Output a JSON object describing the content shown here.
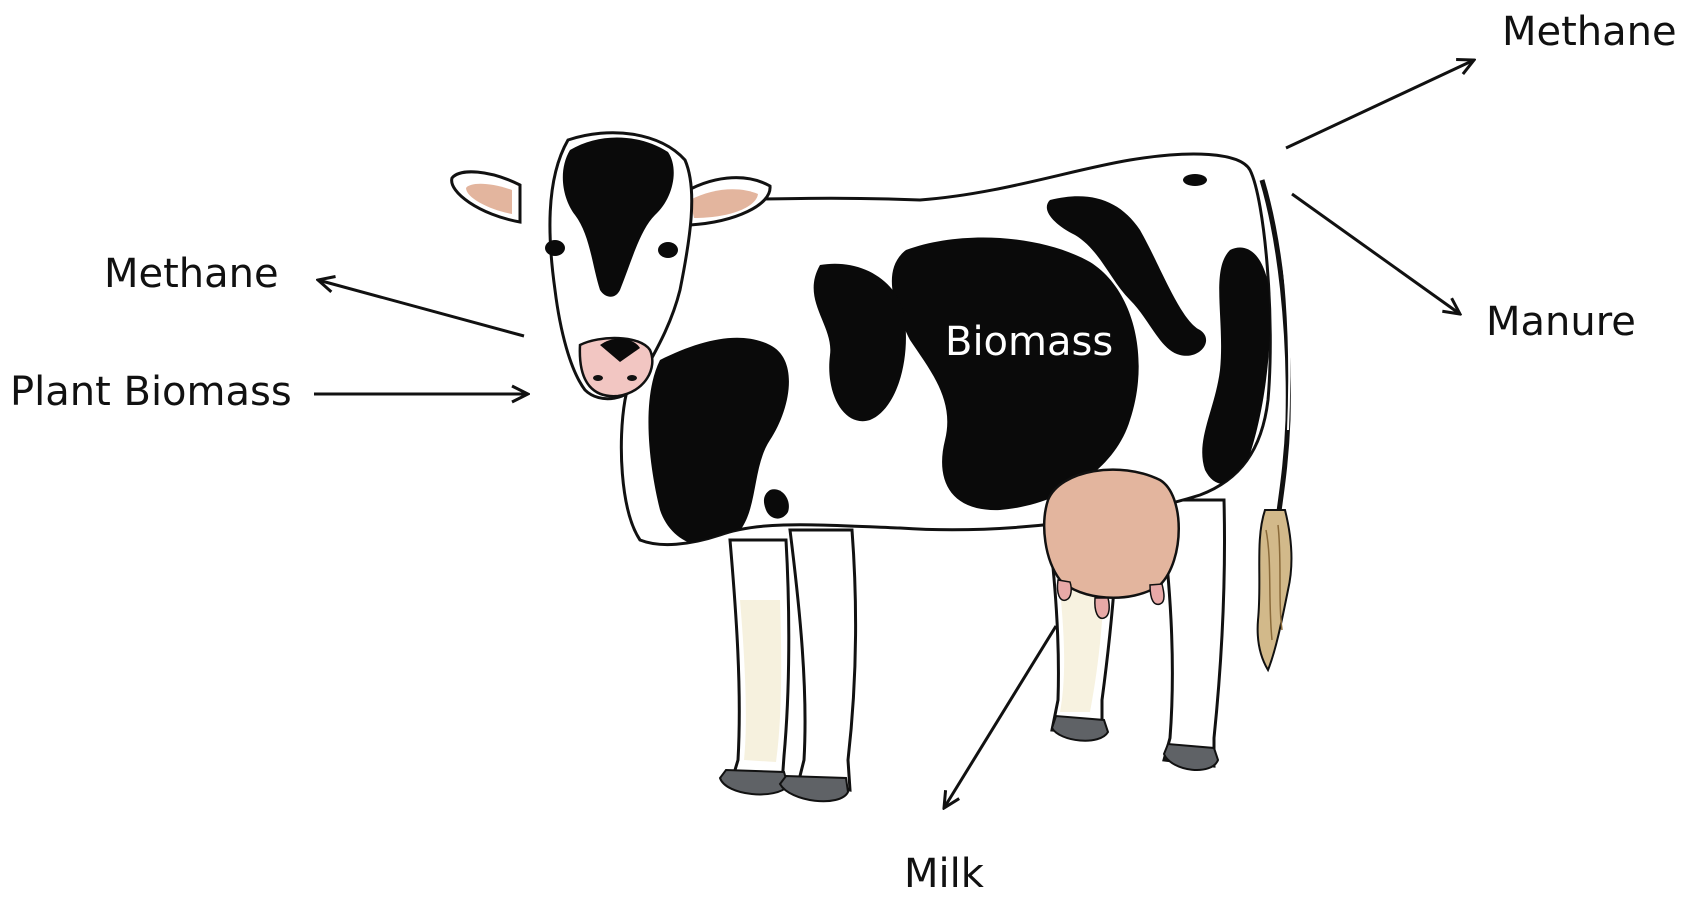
{
  "labels": {
    "methane_tail": "Methane",
    "manure": "Manure",
    "methane_mouth": "Methane",
    "plant_biomass": "Plant Biomass",
    "biomass": "Biomass",
    "milk": "Milk"
  },
  "colors": {
    "spots": "#0a0a0a",
    "udder": "#e3b59e",
    "nose": "#f2c6c2",
    "hoof": "#5f6266",
    "leg_shade": "#f5efd8",
    "tail_tuft": "#d2b98a"
  }
}
